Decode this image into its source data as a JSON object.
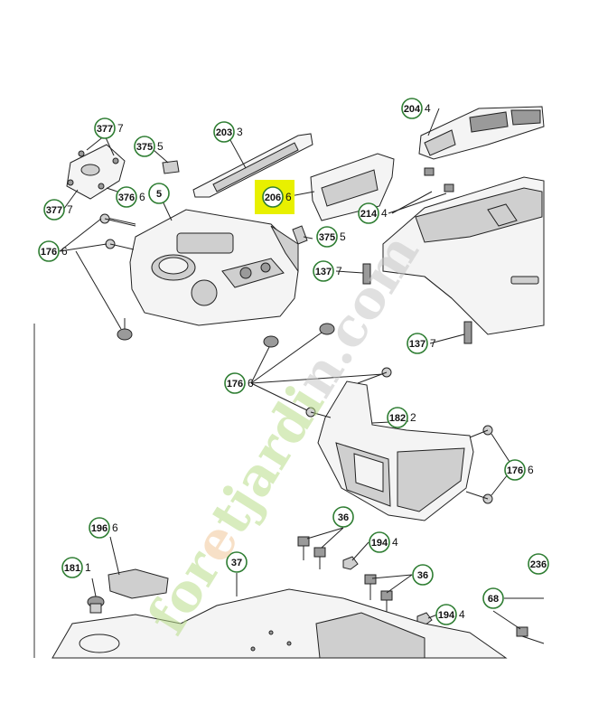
{
  "diagram": {
    "watermark": "foretjardin.com",
    "highlight_color": "#e8f000",
    "callout_ring_color": "#2e7d32",
    "callouts": [
      {
        "num": "377",
        "suffix": "7"
      },
      {
        "num": "375",
        "suffix": "5"
      },
      {
        "num": "203",
        "suffix": "3"
      },
      {
        "num": "204",
        "suffix": "4"
      },
      {
        "num": "206",
        "suffix": "6",
        "highlighted": true
      },
      {
        "num": "377",
        "suffix": "7"
      },
      {
        "num": "376",
        "suffix": "6"
      },
      {
        "num": "5",
        "suffix": ""
      },
      {
        "num": "214",
        "suffix": "4"
      },
      {
        "num": "176",
        "suffix": "6"
      },
      {
        "num": "375",
        "suffix": "5"
      },
      {
        "num": "137",
        "suffix": "7"
      },
      {
        "num": "137",
        "suffix": "7"
      },
      {
        "num": "176",
        "suffix": "6"
      },
      {
        "num": "182",
        "suffix": "2"
      },
      {
        "num": "176",
        "suffix": "6"
      },
      {
        "num": "36",
        "suffix": ""
      },
      {
        "num": "196",
        "suffix": "6"
      },
      {
        "num": "194",
        "suffix": "4"
      },
      {
        "num": "236",
        "suffix": ""
      },
      {
        "num": "181",
        "suffix": "1"
      },
      {
        "num": "37",
        "suffix": ""
      },
      {
        "num": "36",
        "suffix": ""
      },
      {
        "num": "68",
        "suffix": ""
      },
      {
        "num": "194",
        "suffix": "4"
      }
    ]
  }
}
